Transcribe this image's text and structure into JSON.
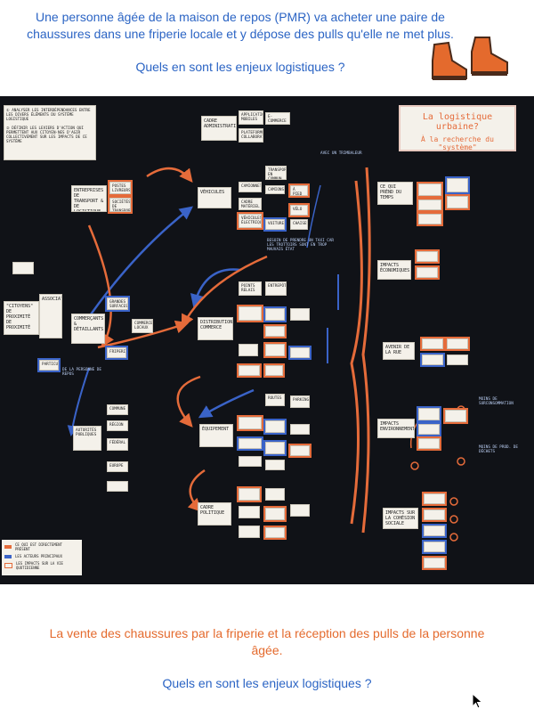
{
  "header": {
    "question": "Une personne âgée de la maison de repos (PMR) va acheter une paire de chaussures dans une friperie locale et y dépose des pulls qu'elle ne met plus.",
    "ask": "Quels en sont les enjeux logistiques ?"
  },
  "footer": {
    "statement": "La vente des chaussures par la friperie et la réception des pulls de la personne âgée.",
    "ask": "Quels en sont les enjeux logistiques ?"
  },
  "board": {
    "title": "La logistique urbaine?",
    "subtitle": "À la recherche du \"système\"",
    "intro_card": [
      "① ANALYSER LES INTERDÉPENDANCES ENTRE LES DIVERS ÉLÉMENTS DU SYSTÈME LOGISTIQUE",
      "② DÉFINIR LES LEVIERS D'ACTION QUI PERMETTENT AUX CITOYEN·NES D'AGIR COLLECTIVEMENT SUR LES IMPACTS DE CE SYSTÈME"
    ],
    "legend": [
      {
        "label": "CE QUI EST DIRECTEMENT PRÉSENT",
        "color": "#e56b3a"
      },
      {
        "label": "LES ACTEURS PRINCIPAUX",
        "color": "#3a63c8"
      },
      {
        "label": "LES IMPACTS SUR LA VIE QUOTIDIENNE",
        "color": "#e56b3a"
      }
    ],
    "notes": {
      "scooter": "AVEC UN TRIMBALEUR",
      "sidewalk": "BESOIN DE PRENDRE UN TAXI CAR LES TROTTOIRS SONT EN TROP MAUVAIS ÉTAT",
      "rest_home": "DE LA PERSONNE DE REPOS",
      "less_consumption": "MOINS DE SURCONSOMMATION",
      "less_waste": "MOINS DE PROD. DE DÉCHETS"
    },
    "cards": {
      "cadre_administratif": "CADRE ADMINISTRATIF",
      "applications_mobiles": "APPLICATIONS MOBILES",
      "e_commerce": "E-COMMERCE",
      "plateformes": "PLATEFORMES COLLABORATIVES",
      "entreprises_transport": "ENTREPRISES DE TRANSPORT & DE LOGISTIQUE",
      "postes_livreurs": "POSTES LIVREURS",
      "societes_transport": "SOCIÉTÉS DE TRANSPORT",
      "vehicules": "VÉHICULES",
      "camionnettes": "CAMIONNETTES",
      "camions": "CAMIONS",
      "a_pied": "À PIED",
      "transports_communs": "TRANSPORTS EN COMMUN",
      "vehicules_electriques": "VÉHICULES ÉLECTRIQUES",
      "velo": "VÉLO",
      "voitures": "VOITURES",
      "chaises": "CHAISES",
      "cadre_materiel": "CADRE MATÉRIEL",
      "citoyens": "\"CITOYENS\" DE PROXIMITÉ DE PROXIMITÉ",
      "associations": "ASSOCIATIONS",
      "commercants": "COMMERÇANTS & DÉTAILLANTS",
      "grandes_surfaces": "GRANDES SURFACES",
      "commerces_locaux": "COMMERCES LOCAUX",
      "particuliers": "PARTICULIERS",
      "friperie": "FRIPERIE",
      "distribution": "DISTRIBUTION COMMERCE",
      "points_relais": "POINTS RELAIS",
      "entrepots": "ENTREPÔTS",
      "equipement": "ÉQUIPEMENT",
      "routes": "ROUTES",
      "parkings": "PARKINGS",
      "cadre_politique": "CADRE POLITIQUE",
      "autorites": "AUTORITÉS PUBLIQUES",
      "commune": "COMMUNE",
      "region": "RÉGION",
      "federal": "FÉDÉRAL",
      "europe": "EUROPE",
      "temps": "CE QUI PRÉND DU TEMPS",
      "impacts_economiques": "IMPACTS ÉCONOMIQUES",
      "bruit": "AVENIR DE LA RUE",
      "impacts_env": "IMPACTS ENVIRONNEMENTAUX",
      "cohesion": "IMPACTS SUR LA COHÉSION SOCIALE"
    }
  },
  "colors": {
    "orange": "#e56b3a",
    "blue": "#3a63c8",
    "board": "#101217"
  },
  "icons": [
    "shoes-icon",
    "cursor-icon"
  ]
}
